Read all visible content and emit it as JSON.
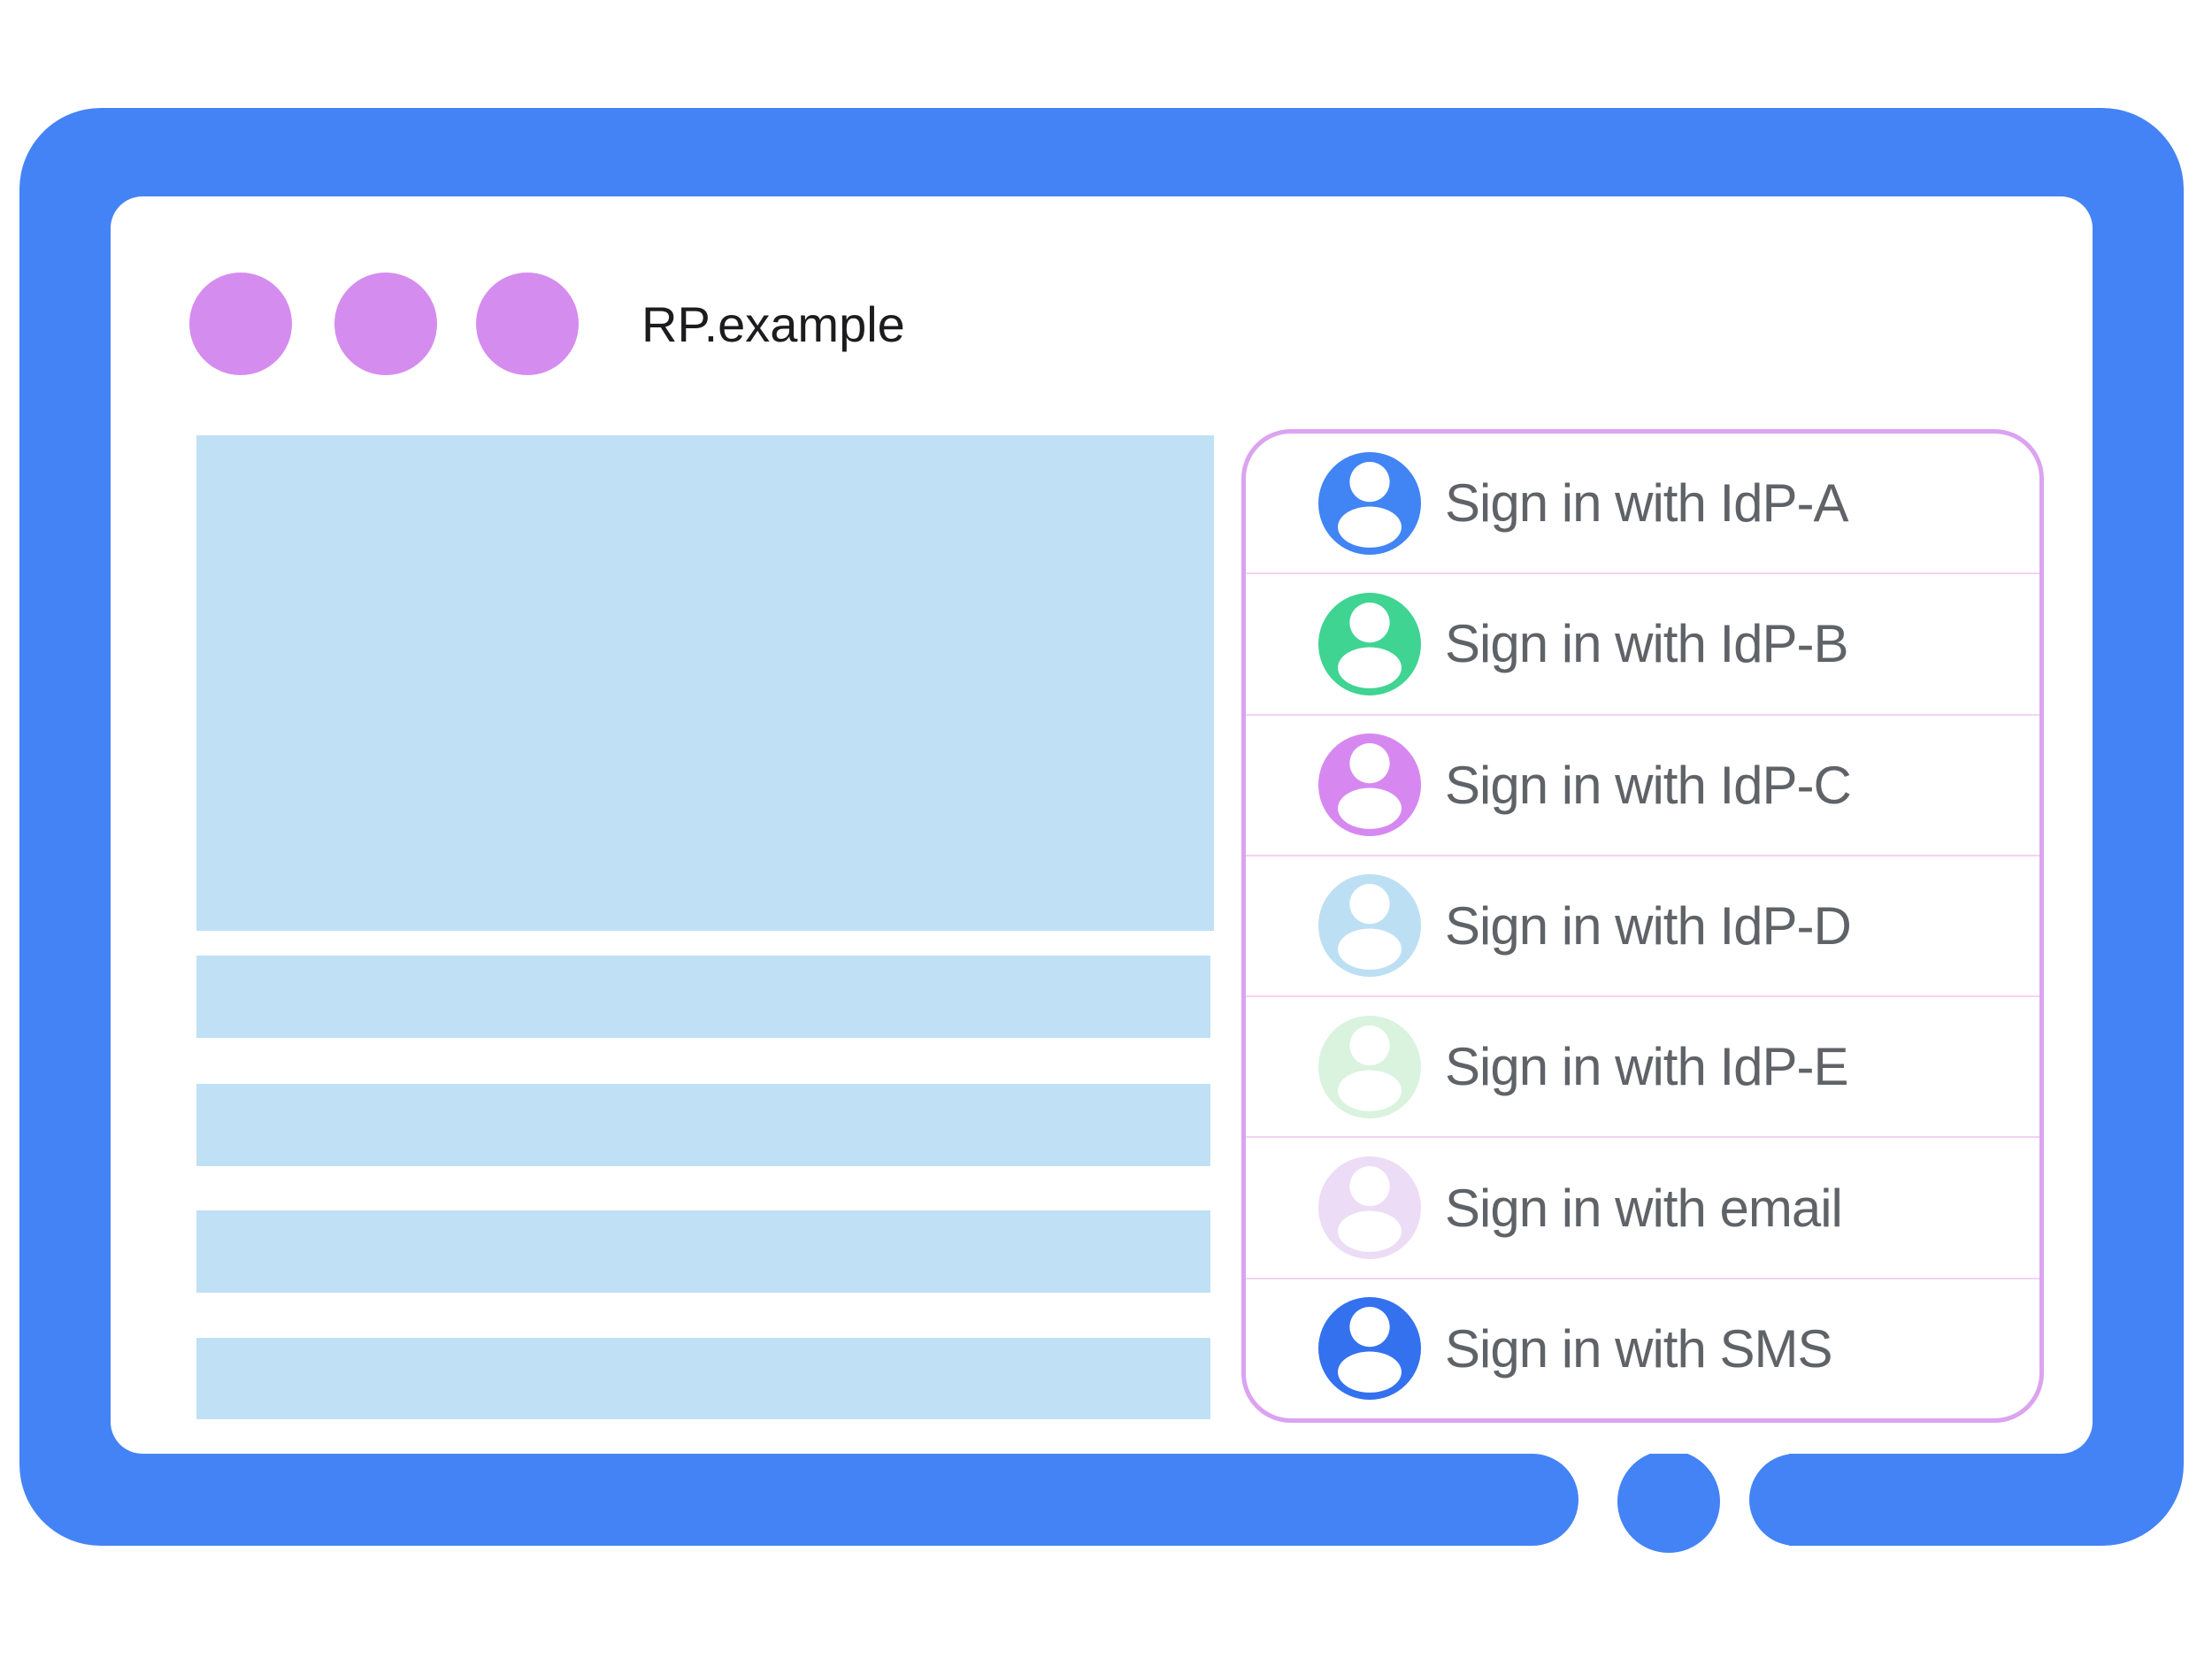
{
  "theme": {
    "frame_blue": "#4483f5",
    "dot_purple": "#d58cef",
    "block_blue": "#c0e1f5",
    "panel_border": "#dba3f0",
    "divider_pink": "#f2d4f4",
    "label_gray": "#5f6368",
    "title_black": "#1c1c1e"
  },
  "browser": {
    "title": "RP.example"
  },
  "signin_panel": {
    "options": [
      {
        "label": "Sign in with IdP-A",
        "avatar_color": "#4184f4",
        "icon": "person-avatar-icon"
      },
      {
        "label": "Sign in with IdP-B",
        "avatar_color": "#3fd492",
        "icon": "person-avatar-icon"
      },
      {
        "label": "Sign in with IdP-C",
        "avatar_color": "#d688f0",
        "icon": "person-avatar-icon"
      },
      {
        "label": "Sign in with IdP-D",
        "avatar_color": "#bddff4",
        "icon": "person-avatar-icon"
      },
      {
        "label": "Sign in with IdP-E",
        "avatar_color": "#d9f3de",
        "icon": "person-avatar-icon"
      },
      {
        "label": "Sign in with email",
        "avatar_color": "#ecdcf5",
        "icon": "person-avatar-icon"
      },
      {
        "label": "Sign in with SMS",
        "avatar_color": "#3471ee",
        "icon": "person-avatar-icon"
      }
    ]
  }
}
